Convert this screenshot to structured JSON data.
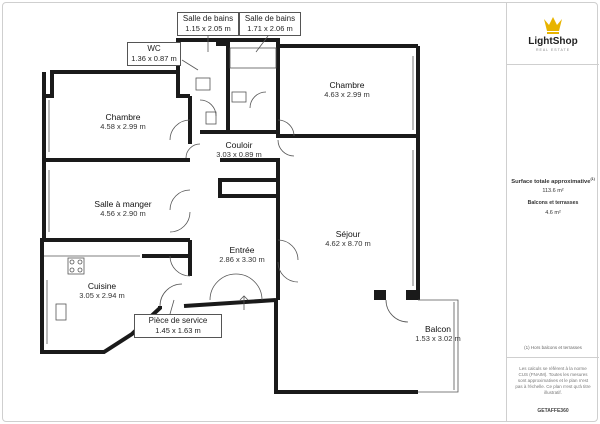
{
  "rooms": {
    "chambre1": {
      "name": "Chambre",
      "dims": "4.63 x 2.99 m"
    },
    "chambre2": {
      "name": "Chambre",
      "dims": "4.58 x 2.99 m"
    },
    "couloir": {
      "name": "Couloir",
      "dims": "3.03 x 0.89 m"
    },
    "salle_a_manger": {
      "name": "Salle à manger",
      "dims": "4.56 x 2.90 m"
    },
    "sejour": {
      "name": "Séjour",
      "dims": "4.62 x 8.70 m"
    },
    "entree": {
      "name": "Entrée",
      "dims": "2.86 x 3.30 m"
    },
    "cuisine": {
      "name": "Cuisine",
      "dims": "3.05 x 2.94 m"
    },
    "balcon": {
      "name": "Balcon",
      "dims": "1.53 x 3.02 m"
    }
  },
  "callouts": {
    "salle_de_bains1": {
      "name": "Salle de bains",
      "dims": "1.15 x 2.05 m"
    },
    "salle_de_bains2": {
      "name": "Salle de bains",
      "dims": "1.71 x 2.06 m"
    },
    "wc": {
      "name": "WC",
      "dims": "1.36 x 0.87 m"
    },
    "piece_de_service": {
      "name": "Pièce de service",
      "dims": "1.45 x 1.63 m"
    }
  },
  "sidebar": {
    "brand": "LightShop",
    "brand_tagline": "REAL ESTATE",
    "surface_title": "Surface totale approximative",
    "surface_marker": "(1)",
    "surface_value": "113.6 m²",
    "balcony_title": "Balcons et terrasses",
    "balcony_value": "4.6 m²",
    "footnote": "(1) Hors balcons et terrasses",
    "disclaimer": "Les calculs se réfèrent à la norme CUS (FNAIM). Toutes les mesures sont approximatives et le plan n'est pas à l'échelle. Ce plan n'est qu'à titre illustratif.",
    "footer_brand": "GETAFFE360"
  },
  "colors": {
    "wall": "#1a1a1a",
    "accent": "#e8b400",
    "callout_border": "#555555"
  }
}
